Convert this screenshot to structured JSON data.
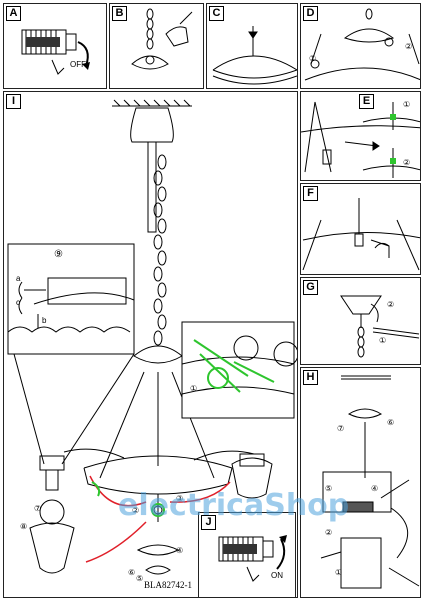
{
  "panels": {
    "A": {
      "tag": "A",
      "text": "OFF"
    },
    "B": {
      "tag": "B"
    },
    "C": {
      "tag": "C"
    },
    "D": {
      "tag": "D"
    },
    "E": {
      "tag": "E"
    },
    "F": {
      "tag": "F"
    },
    "G": {
      "tag": "G"
    },
    "H": {
      "tag": "H"
    },
    "I": {
      "tag": "I"
    },
    "J": {
      "tag": "J",
      "text": "ON"
    }
  },
  "detail9": {
    "num": "⑨",
    "a": "a",
    "b": "b",
    "c": "c"
  },
  "callouts": {
    "c1": "①",
    "c2": "②",
    "c3": "③",
    "c4": "④",
    "c5": "⑤",
    "c6": "⑥",
    "c7": "⑦",
    "c8": "⑧"
  },
  "product_code": "BLA82742-1",
  "watermark": "electricaShop",
  "colors": {
    "green": "#2ec52e",
    "red": "#e0202a",
    "watermark": "#4fa3dd"
  }
}
